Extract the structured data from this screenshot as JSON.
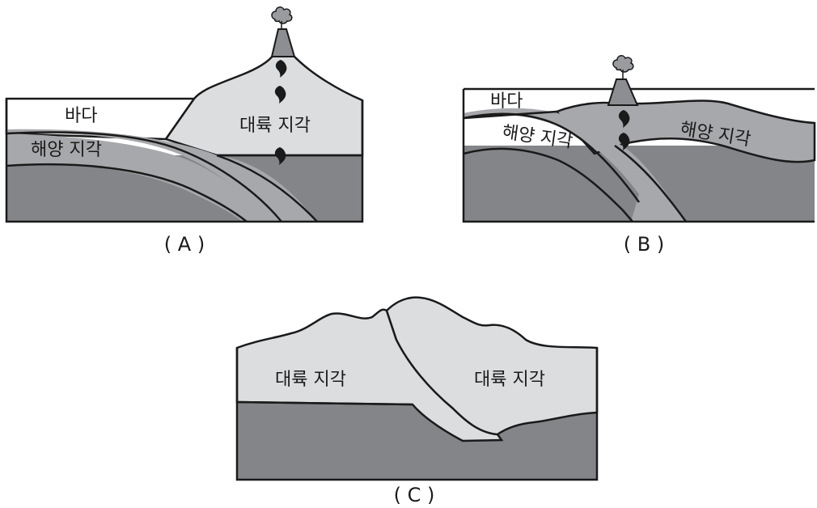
{
  "diagram_a": {
    "sea": "바다",
    "oceanic_crust": "해양 지각",
    "continental_crust": "대륙 지각",
    "caption": "( A )"
  },
  "diagram_b": {
    "sea": "바다",
    "oceanic_crust_left": "해양 지각",
    "oceanic_crust_right": "해양 지각",
    "caption": "( B )"
  },
  "diagram_c": {
    "continental_crust_left": "대륙 지각",
    "continental_crust_right": "대륙 지각",
    "caption": "( C )"
  },
  "colors": {
    "mantle": "#848589",
    "oceanic_crust": "#a7a8ab",
    "continental_crust": "#dcdddf",
    "outline": "#1a1a1a"
  }
}
